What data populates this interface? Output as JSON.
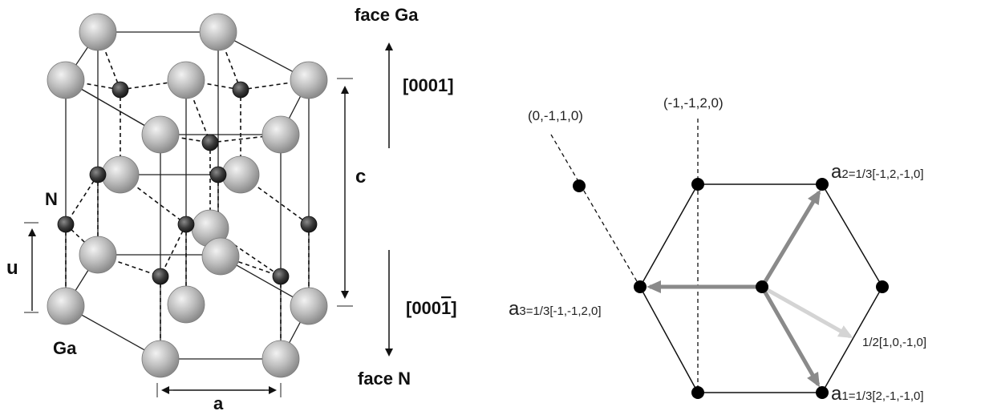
{
  "crystal": {
    "labels": {
      "n_atom": "N",
      "ga_atom": "Ga",
      "u_param": "u",
      "a_param": "a",
      "c_param": "c"
    },
    "colors": {
      "ga_atom": "#b8b8b8",
      "n_atom": "#3a3a3a",
      "bond": "#111111"
    }
  },
  "polarity": {
    "top_face": "face Ga",
    "bottom_face": "face N",
    "up_direction": "[0001]",
    "down_direction": "[000",
    "down_direction_bar_digit": "1",
    "down_direction_close": "]"
  },
  "hexagon": {
    "direction_left": "(0,-1,1,0)",
    "direction_top": "(-1,-1,2,0)",
    "a2_symbol": "a",
    "a2_sub": "2=1/3[-1,2,-1,0]",
    "a3_symbol": "a",
    "a3_sub": "3=1/3[-1,-1,2,0]",
    "a1_symbol": "a",
    "a1_sub": "1=1/3[2,-1,-1,0]",
    "half_vector": "1/2[1,0,-1,0]",
    "colors": {
      "basis_arrow": "#8a8a8a",
      "half_arrow": "#d4d4d4",
      "node": "#000000"
    }
  }
}
